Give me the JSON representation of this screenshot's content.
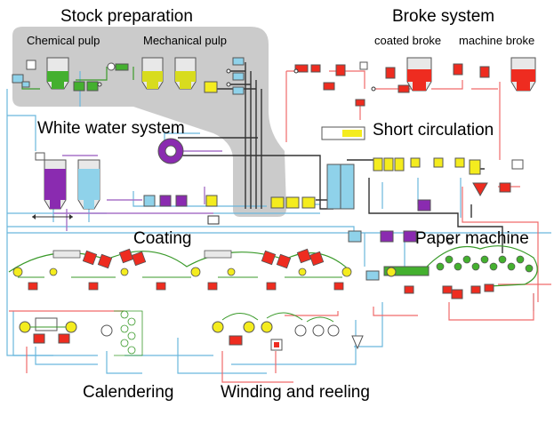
{
  "sections": {
    "stock_preparation": "Stock preparation",
    "broke_system": "Broke system",
    "white_water_system": "White water system",
    "short_circulation": "Short circulation",
    "coating": "Coating",
    "paper_machine": "Paper machine",
    "calendering": "Calendering",
    "winding_and_reeling": "Winding and reeling"
  },
  "sublabels": {
    "chemical_pulp": "Chemical pulp",
    "mechanical_pulp": "Mechanical pulp",
    "coated_broke": "coated broke",
    "machine_broke": "machine broke"
  },
  "colors": {
    "stock_region": "#c8c8c8",
    "chemical_pulp": "#44b02f",
    "mechanical_pulp": "#d8dc1e",
    "broke": "#ee2c20",
    "white_water": "#8a2bb0",
    "water": "#8fd2ea",
    "yellow": "#f4ec1e",
    "pipe_blue": "#6ab7dd",
    "pipe_red": "#f06a6a",
    "pipe_green": "#3a9a2a",
    "pipe_purple": "#a874c8",
    "pipe_black": "#333333"
  }
}
